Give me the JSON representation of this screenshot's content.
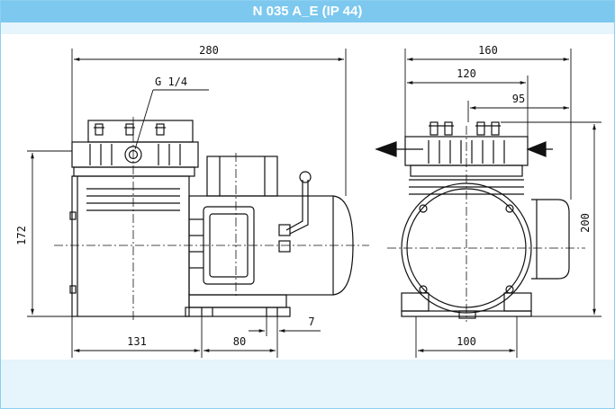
{
  "header": {
    "title": "N 035 A_E (IP 44)"
  },
  "dimensions": {
    "overall_length": "280",
    "port_thread": "G 1/4",
    "height_left": "172",
    "base_offset": "131",
    "foot_spacing": "80",
    "foot_slot": "7",
    "overall_width": "160",
    "width_120": "120",
    "width_95": "95",
    "overall_height": "200",
    "foot_width": "100"
  },
  "colors": {
    "header_bg": "#7cc8ee",
    "panel_bg": "#e6f4fb",
    "line": "#111111"
  }
}
